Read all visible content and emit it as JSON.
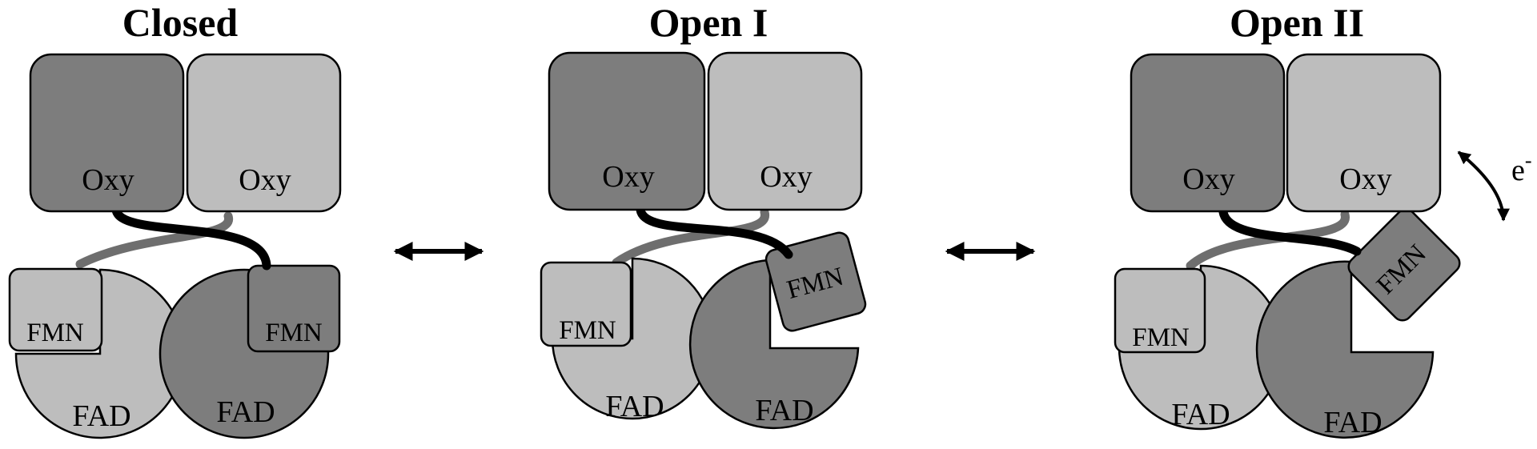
{
  "states": [
    {
      "title": "Closed",
      "labels": {
        "oxy_left": "Oxy",
        "oxy_right": "Oxy",
        "fmn_left": "FMN",
        "fmn_right": "FMN",
        "fad_left": "FAD",
        "fad_right": "FAD"
      }
    },
    {
      "title": "Open I",
      "labels": {
        "oxy_left": "Oxy",
        "oxy_right": "Oxy",
        "fmn_left": "FMN",
        "fmn_right": "FMN",
        "fad_left": "FAD",
        "fad_right": "FAD"
      }
    },
    {
      "title": "Open II",
      "labels": {
        "oxy_left": "Oxy",
        "oxy_right": "Oxy",
        "fmn_left": "FMN",
        "fmn_right": "FMN",
        "fad_left": "FAD",
        "fad_right": "FAD"
      },
      "electron_label": "e",
      "electron_superscript": "-"
    }
  ],
  "colors": {
    "dark_domain": "#7d7d7d",
    "light_domain": "#bdbdbd",
    "dark_linker": "#000000",
    "light_linker": "#6e6e6e",
    "outline": "#000000"
  }
}
